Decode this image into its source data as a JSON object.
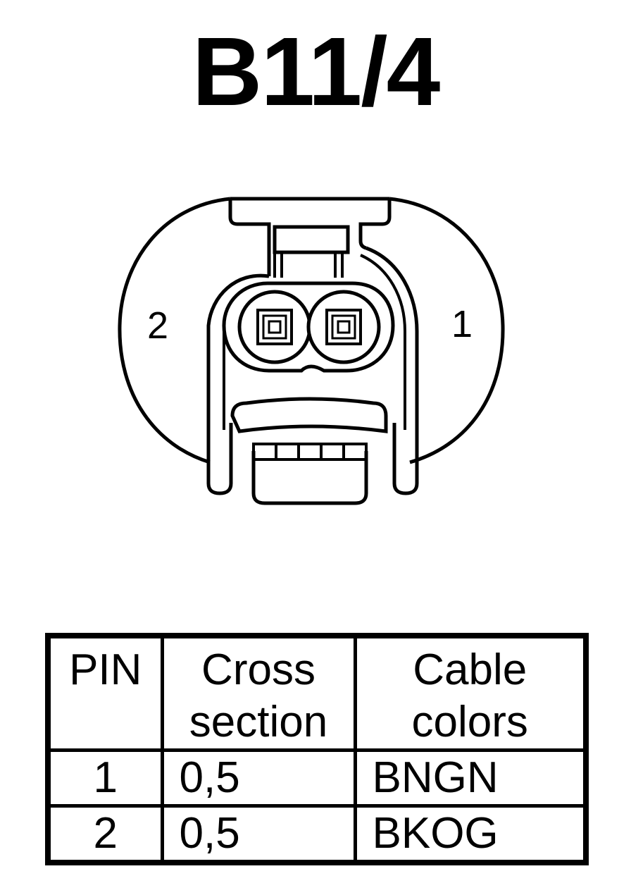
{
  "title": "B11/4",
  "connector": {
    "pin_left_label": "2",
    "pin_right_label": "1"
  },
  "table": {
    "headers": [
      {
        "lines": [
          "PIN"
        ]
      },
      {
        "lines": [
          "Cross",
          "section"
        ]
      },
      {
        "lines": [
          "Cable",
          "colors"
        ]
      }
    ],
    "rows": [
      {
        "pin": "1",
        "cross_section": "0,5",
        "color": "BNGN"
      },
      {
        "pin": "2",
        "cross_section": "0,5",
        "color": "BKOG"
      }
    ]
  }
}
